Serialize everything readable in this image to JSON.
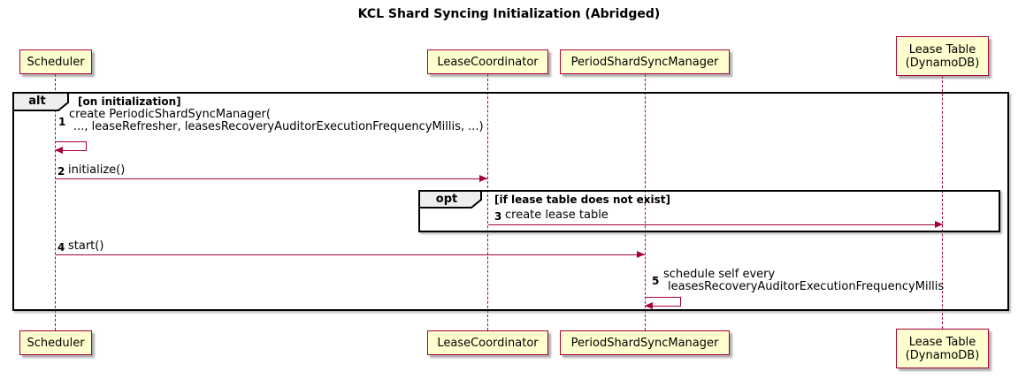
{
  "title": "KCL Shard Syncing Initialization (Abridged)",
  "colors": {
    "participant_fill": "#FEFECE",
    "accent_border": "#A80036",
    "frame_border": "#000000",
    "frame_label_bg": "#EEEEEE",
    "text": "#000000"
  },
  "participants": [
    {
      "label": "Scheduler"
    },
    {
      "label": "LeaseCoordinator"
    },
    {
      "label": "PeriodShardSyncManager"
    },
    {
      "lines": [
        "Lease Table",
        "(DynamoDB)"
      ]
    }
  ],
  "frames": {
    "alt": {
      "operator": "alt",
      "condition": "[on initialization]"
    },
    "opt": {
      "operator": "opt",
      "condition": "[if lease table does not exist]"
    }
  },
  "messages": [
    {
      "num": "1",
      "lines": [
        "create PeriodicShardSyncManager(",
        "..., leaseRefresher, leasesRecoveryAuditorExecutionFrequencyMillis, ...)"
      ]
    },
    {
      "num": "2",
      "text": "initialize()"
    },
    {
      "num": "3",
      "text": "create lease table"
    },
    {
      "num": "4",
      "text": "start()"
    },
    {
      "num": "5",
      "lines": [
        "schedule self every",
        "leasesRecoveryAuditorExecutionFrequencyMillis"
      ]
    }
  ]
}
